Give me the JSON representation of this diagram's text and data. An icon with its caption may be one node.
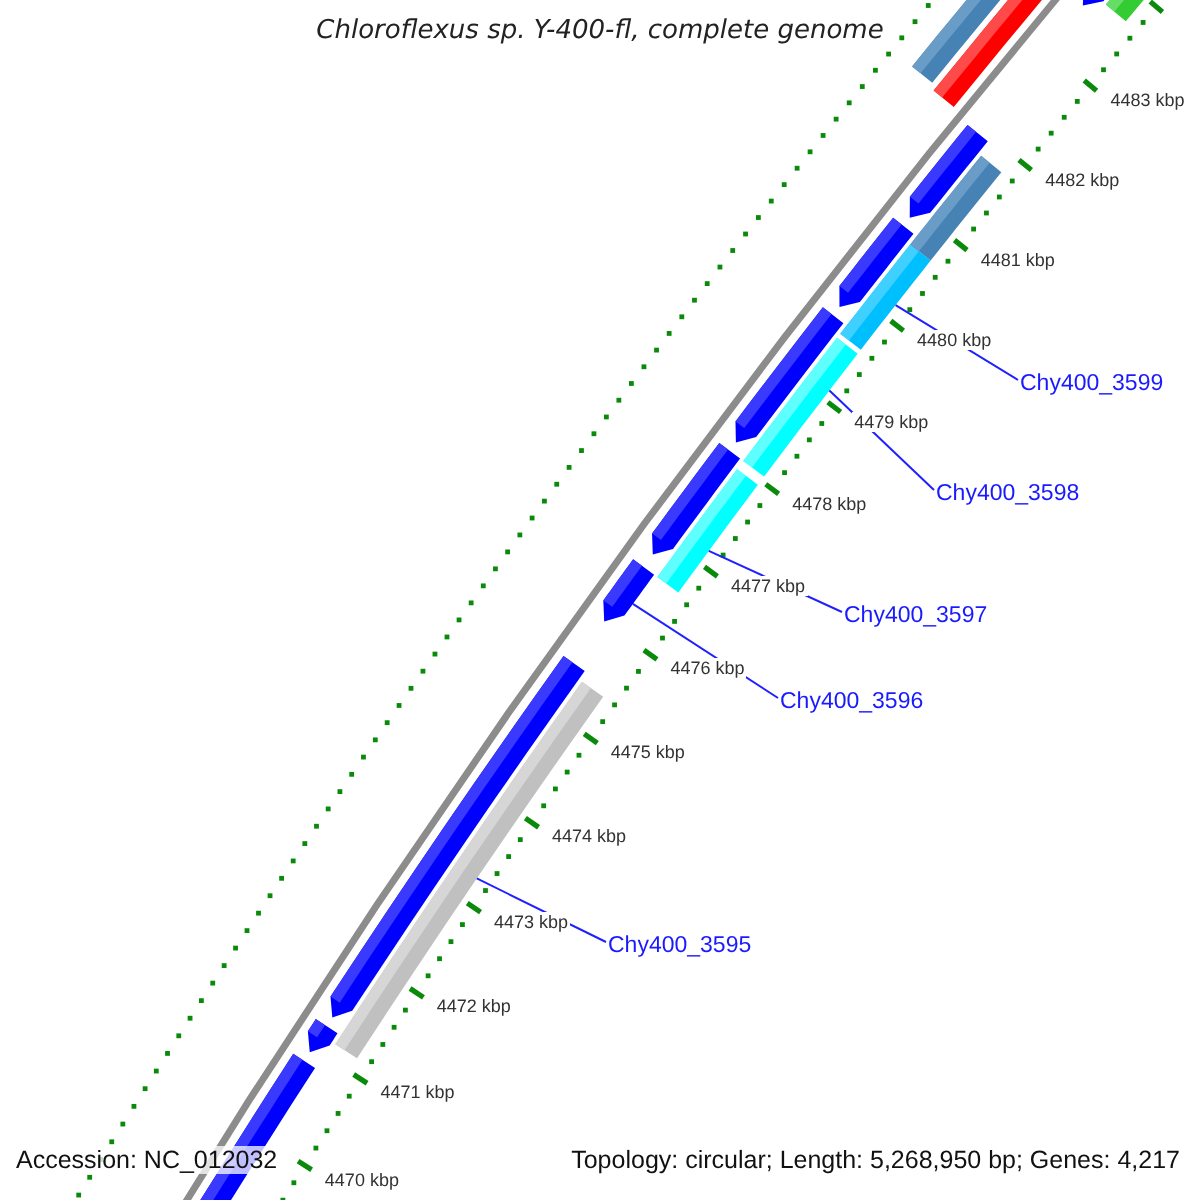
{
  "diagram": {
    "title": "Chloroflexus sp. Y-400-fl, complete genome",
    "nodes": [
      {
        "text": [
          "Chy400_3599"
        ]
      },
      {
        "text": [
          "Chy400_3598"
        ]
      },
      {
        "text": [
          "Chy400_3597"
        ]
      },
      {
        "text": [
          "Chy400_3596"
        ]
      },
      {
        "text": [
          "Chy400_3595"
        ]
      },
      {
        "text": [],
        "shape": "bar"
      },
      {
        "text": [],
        "shape": "bar"
      },
      {
        "text": [],
        "shape": "bar"
      },
      {
        "text": [],
        "shape": "arrow"
      },
      {
        "text": [],
        "shape": "bar"
      }
    ],
    "edges": [
      {
        "from": 0,
        "to": 5,
        "arrow": "none"
      },
      {
        "from": 1,
        "to": 6,
        "arrow": "none"
      },
      {
        "from": 2,
        "to": 7,
        "arrow": "none"
      },
      {
        "from": 3,
        "to": 8,
        "arrow": "none"
      },
      {
        "from": 4,
        "to": 9,
        "arrow": "none"
      }
    ],
    "labels": [
      "4483 kbp",
      "4482 kbp",
      "4481 kbp",
      "4480 kbp",
      "4479 kbp",
      "4478 kbp",
      "4477 kbp",
      "4476 kbp",
      "4475 kbp",
      "4474 kbp",
      "4473 kbp",
      "4472 kbp",
      "4471 kbp",
      "4470 kbp",
      "Accession: NC_012032",
      "Topology: circular; Length: 5,268,950 bp; Genes: 4,217"
    ]
  }
}
